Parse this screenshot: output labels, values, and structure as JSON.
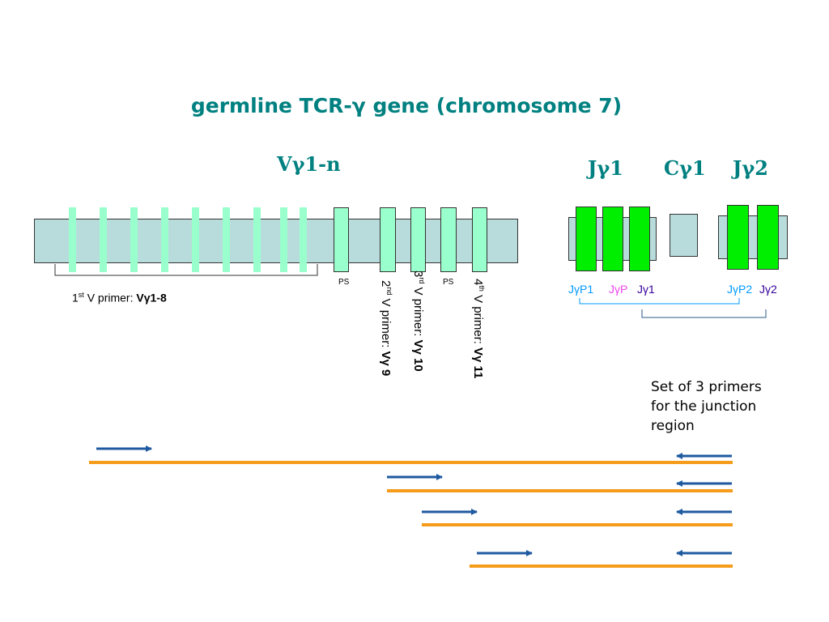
{
  "title": "germline TCR-γ gene (chromosome 7)",
  "groups": {
    "v": "Vγ1-n",
    "j1": "Jγ1",
    "c1": "Cγ1",
    "j2": "Jγ2"
  },
  "ps_labels": [
    "PS",
    "PS"
  ],
  "primer1": {
    "prefix": "1",
    "sup": "st",
    "text": " V primer: ",
    "bold": "Vγ1-8"
  },
  "primer2": {
    "prefix": "2",
    "sup": "nd",
    "text": " V primer: ",
    "bold": "Vγ 9"
  },
  "primer3": {
    "prefix": "3",
    "sup": "rd",
    "text": " V primer: ",
    "bold": "Vγ 10"
  },
  "primer4": {
    "prefix": "4",
    "sup": "th",
    "text": " V primer: ",
    "bold": "Vγ 11"
  },
  "j_labels": [
    {
      "text": "JγP1",
      "color": "#0099ff"
    },
    {
      "text": "JγP",
      "color": "#ee44ee"
    },
    {
      "text": "Jγ1",
      "color": "#330099"
    },
    {
      "text": "JγP2",
      "color": "#0099ff"
    },
    {
      "text": "Jγ2",
      "color": "#330099"
    }
  ],
  "junction_note": [
    "Set of 3 primers",
    "for the  junction",
    "region"
  ],
  "colors": {
    "title": "#008080",
    "band": "#b8dcdc",
    "v_segment": "#99ffcc",
    "j_segment": "#00ee00",
    "product_line": "#f59c1a",
    "primer_arrow": "#1f5aa0",
    "bracket_left": "#333333",
    "bracket_j1": "#0099ff",
    "bracket_j2": "#2a5a8a"
  }
}
